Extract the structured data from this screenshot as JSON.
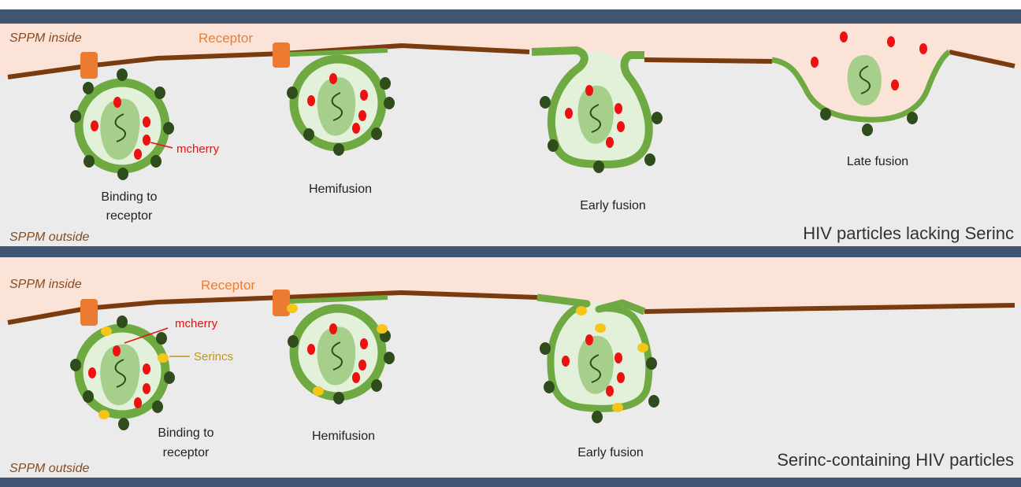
{
  "colors": {
    "bar": "#3f5573",
    "inside_fill": "#fbe3d8",
    "outside_fill": "#ebebeb",
    "membrane": "#7a3c0f",
    "receptor": "#ec7a30",
    "envelope": "#6fa942",
    "interior": "#e3f0da",
    "capsid": "#a6cf8c",
    "capsid_stroke": "#3a5a20",
    "spike": "#2f4d1c",
    "mcherry": "#ee1111",
    "serinc": "#f5c518",
    "text_dark": "#222222",
    "text_label": "#8a4a1e",
    "text_orange": "#ed7d31",
    "text_red": "#e81010",
    "text_gold": "#c0951a",
    "title_text": "#333333"
  },
  "panel_top": {
    "label_inside": "SPPM inside",
    "label_outside": "SPPM outside",
    "receptor_label": "Receptor",
    "mcherry_label": "mcherry",
    "stage_binding_line1": "Binding to",
    "stage_binding_line2": "receptor",
    "stage_hemifusion": "Hemifusion",
    "stage_early": "Early fusion",
    "stage_late": "Late fusion",
    "title": "HIV particles lacking Serinc"
  },
  "panel_bottom": {
    "label_inside": "SPPM inside",
    "label_outside": "SPPM outside",
    "receptor_label": "Receptor",
    "mcherry_label": "mcherry",
    "serinc_label": "Serincs",
    "stage_binding_line1": "Binding to",
    "stage_binding_line2": "receptor",
    "stage_hemifusion": "Hemifusion",
    "stage_early": "Early fusion",
    "title": "Serinc-containing HIV particles"
  }
}
